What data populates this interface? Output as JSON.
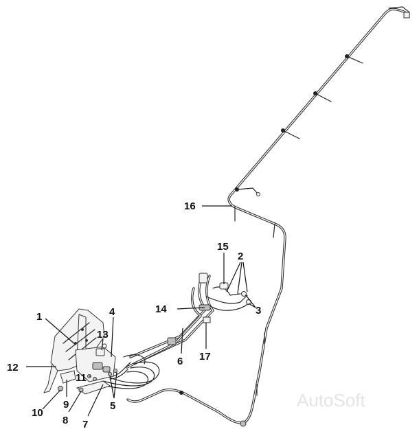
{
  "diagram": {
    "callouts": [
      {
        "id": "c1",
        "label": "1"
      },
      {
        "id": "c2",
        "label": "2"
      },
      {
        "id": "c3",
        "label": "3"
      },
      {
        "id": "c4",
        "label": "4"
      },
      {
        "id": "c5",
        "label": "5"
      },
      {
        "id": "c6",
        "label": "6"
      },
      {
        "id": "c7",
        "label": "7"
      },
      {
        "id": "c8",
        "label": "8"
      },
      {
        "id": "c9",
        "label": "9"
      },
      {
        "id": "c10",
        "label": "10"
      },
      {
        "id": "c11",
        "label": "11"
      },
      {
        "id": "c12",
        "label": "12"
      },
      {
        "id": "c13",
        "label": "13"
      },
      {
        "id": "c14",
        "label": "14"
      },
      {
        "id": "c15",
        "label": "15"
      },
      {
        "id": "c16",
        "label": "16"
      },
      {
        "id": "c17",
        "label": "17"
      }
    ],
    "watermark": "AutoSoft",
    "colors": {
      "line": "#222222",
      "label": "#111111",
      "watermark": "#e4e4e4"
    }
  }
}
